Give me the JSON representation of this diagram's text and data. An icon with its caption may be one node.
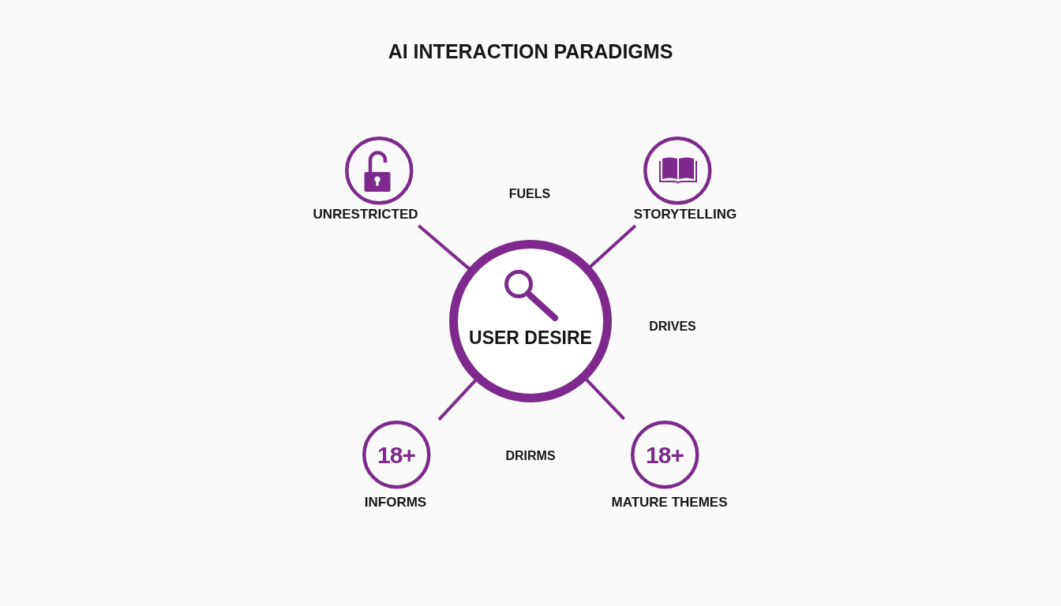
{
  "diagram": {
    "title": "AI INTERACTION PARADIGMS",
    "nodes": [
      {
        "text": [
          "UNRESTRICTED"
        ]
      },
      {
        "text": [
          "STORYTELLING"
        ]
      },
      {
        "text": [
          "USER DESIRE"
        ]
      },
      {
        "text": [
          "18+",
          "INFORMS"
        ]
      },
      {
        "text": [
          "18+",
          "MATURE THEMES"
        ]
      }
    ],
    "edges": [
      {
        "from": 2,
        "to": 0,
        "arrow": "none"
      },
      {
        "from": 2,
        "to": 1,
        "arrow": "none"
      },
      {
        "from": 2,
        "to": 3,
        "arrow": "none"
      },
      {
        "from": 2,
        "to": 4,
        "arrow": "none"
      }
    ],
    "labels": [
      "FUELS",
      "DRIVES",
      "DRIRMS"
    ]
  }
}
